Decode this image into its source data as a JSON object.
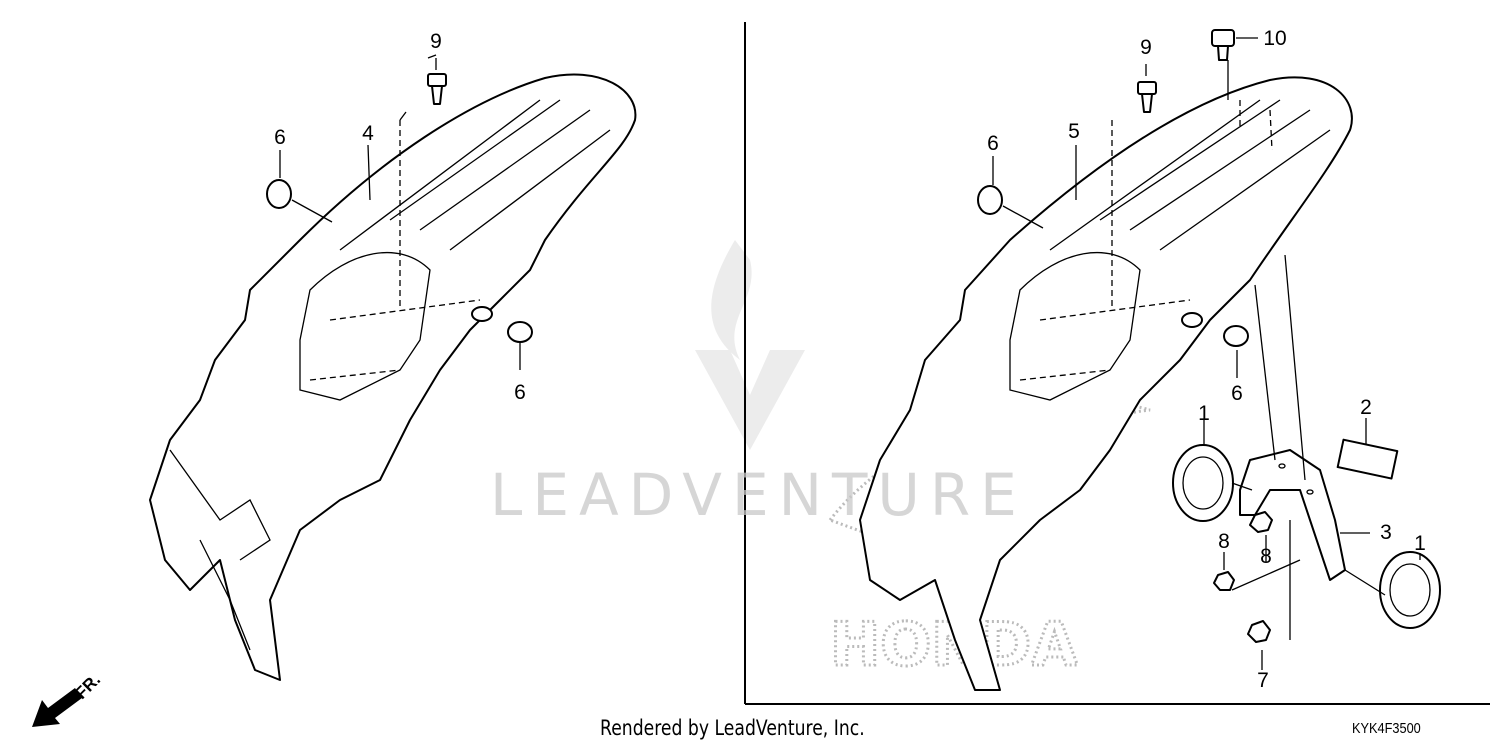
{
  "diagram": {
    "left_view": {
      "callouts": [
        "9",
        "6",
        "4",
        "6"
      ]
    },
    "right_view": {
      "callouts": [
        "9",
        "10",
        "6",
        "5",
        "6",
        "2",
        "1",
        "3",
        "1",
        "8",
        "8",
        "7"
      ]
    },
    "direction_arrow": "FR.",
    "watermark": "LEADVENTURE",
    "brand_logo_watermark": "HONDA"
  },
  "footer": {
    "rendered_by": "Rendered by LeadVenture, Inc.",
    "diagram_code": "KYK4F3500"
  }
}
